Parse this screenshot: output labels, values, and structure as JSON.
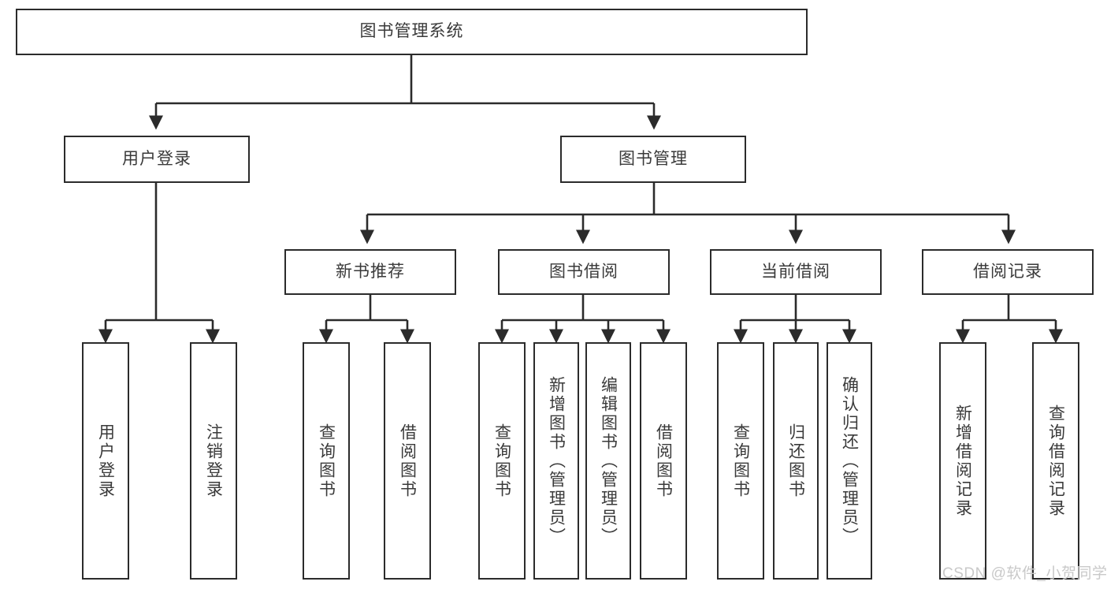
{
  "diagram": {
    "title": "图书管理系统",
    "type": "tree-hierarchy-diagram",
    "colors": {
      "box_border": "#2b2b2b",
      "box_fill": "#ffffff",
      "text": "#3a3a3a",
      "edge": "#2b2b2b",
      "watermark": "#c9c9c9",
      "background": "#ffffff"
    },
    "root": {
      "label": "图书管理系统"
    },
    "level1": [
      {
        "label": "用户登录"
      },
      {
        "label": "图书管理"
      }
    ],
    "level2": [
      {
        "label": "新书推荐"
      },
      {
        "label": "图书借阅"
      },
      {
        "label": "当前借阅"
      },
      {
        "label": "借阅记录"
      }
    ],
    "leaves": {
      "user_login": [
        {
          "label": "用户登录"
        },
        {
          "label": "注销登录"
        }
      ],
      "new_book_recommend": [
        {
          "label": "查询图书"
        },
        {
          "label": "借阅图书"
        }
      ],
      "book_borrow": [
        {
          "label": "查询图书"
        },
        {
          "label": "新增图书（管理员）"
        },
        {
          "label": "编辑图书（管理员）"
        },
        {
          "label": "借阅图书"
        }
      ],
      "current_borrow": [
        {
          "label": "查询图书"
        },
        {
          "label": "归还图书"
        },
        {
          "label": "确认归还（管理员）"
        }
      ],
      "borrow_record": [
        {
          "label": "新增借阅记录"
        },
        {
          "label": "查询借阅记录"
        }
      ]
    }
  },
  "watermark": {
    "text": "CSDN @软件_小贺同学"
  }
}
